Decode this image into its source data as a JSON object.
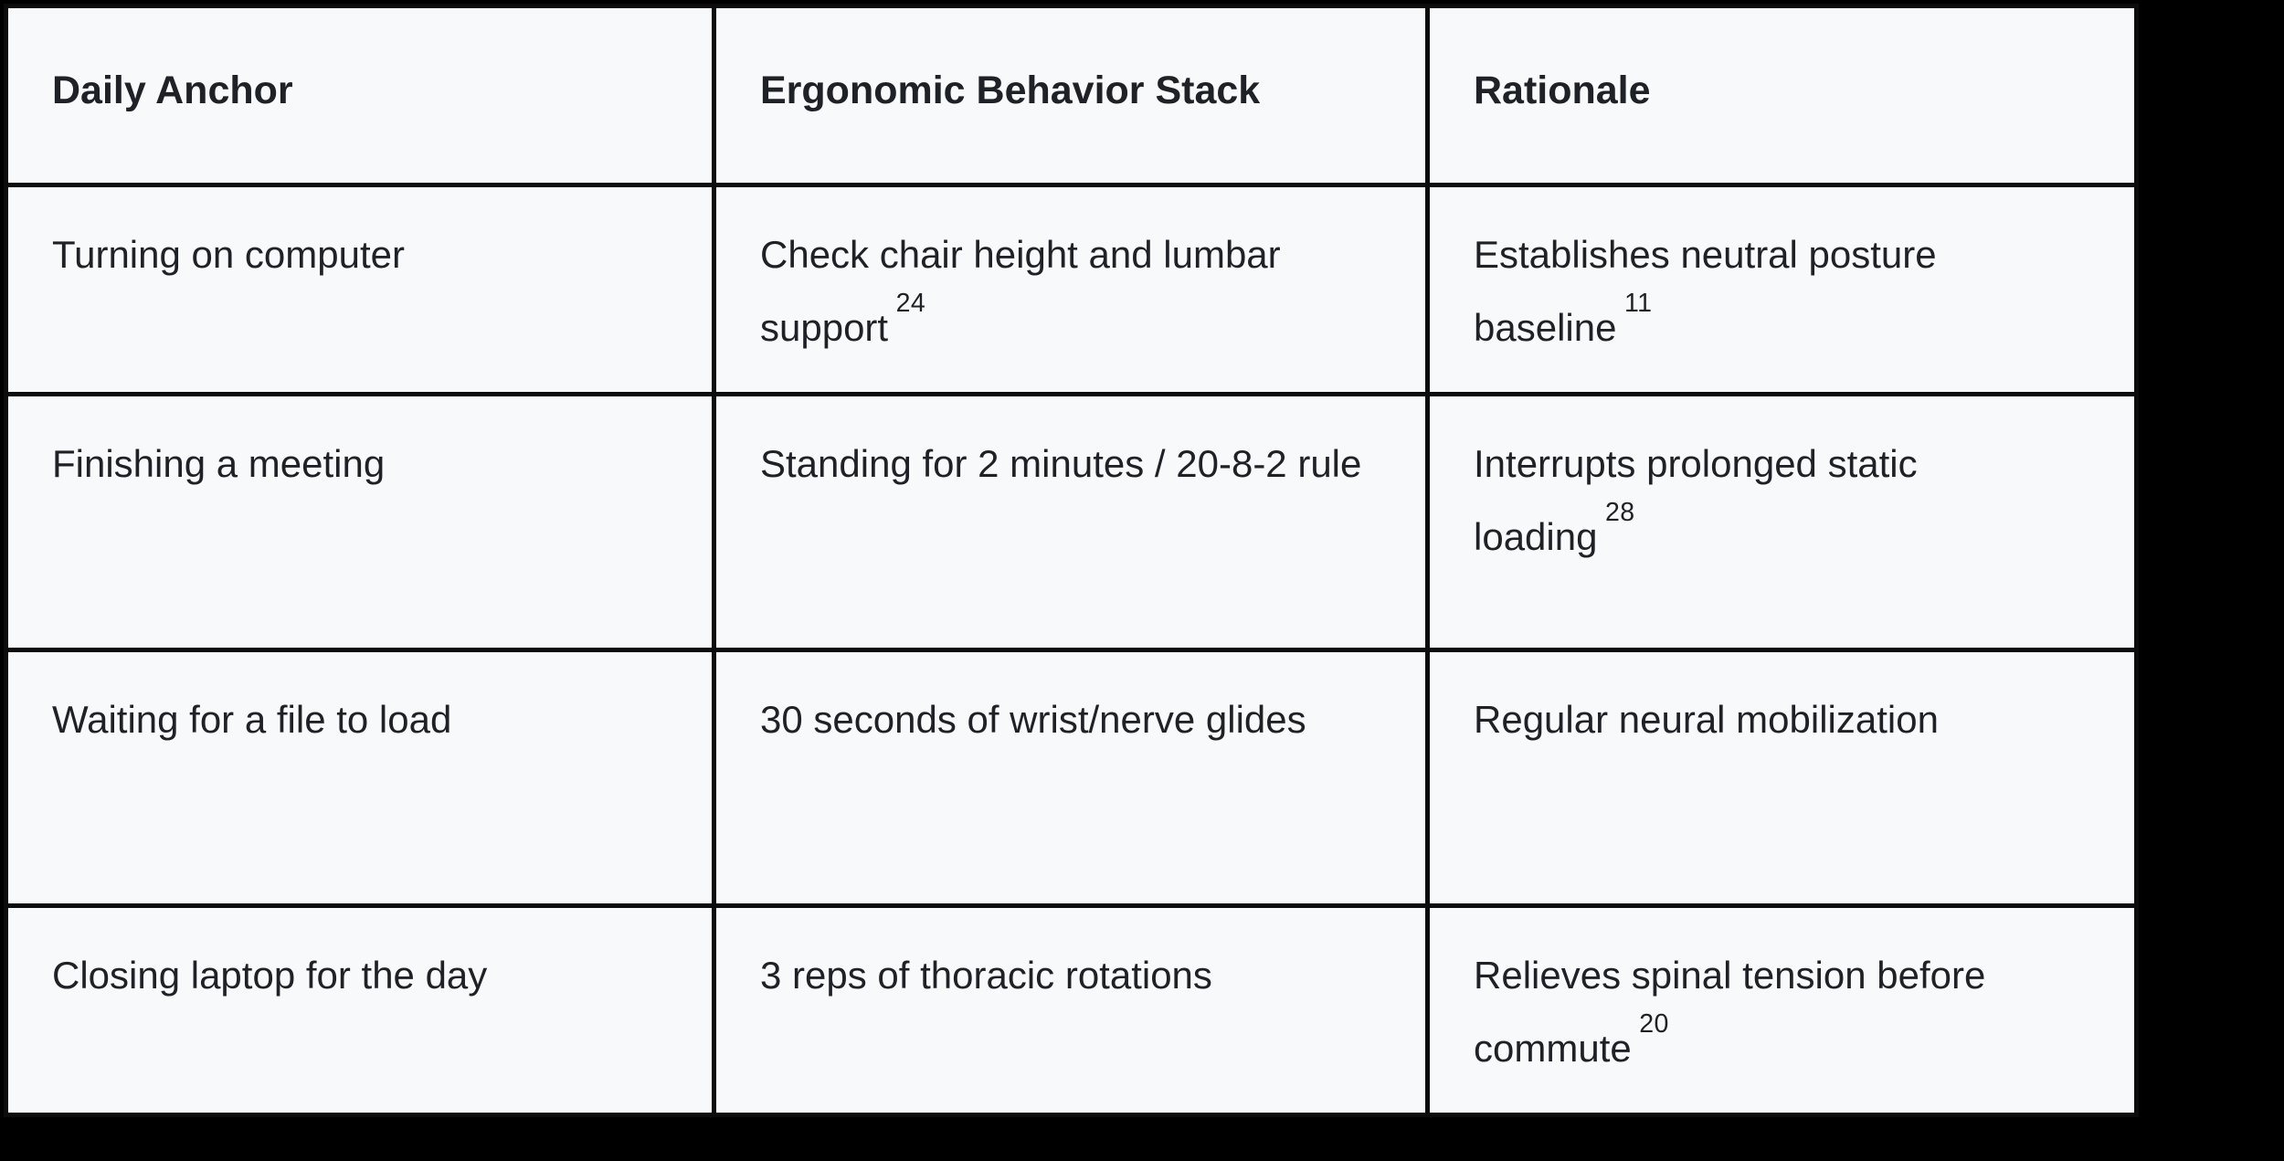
{
  "colors": {
    "page_bg": "#000000",
    "cell_bg": "#f8f9fb",
    "border": "#0c0c0c",
    "text": "#1e2126"
  },
  "table": {
    "columns": [
      "Daily Anchor",
      "Ergonomic Behavior Stack",
      "Rationale"
    ],
    "rows": [
      {
        "anchor": "Turning on computer",
        "stack": "Check chair height and lumbar support",
        "stack_sup": "24",
        "rationale": "Establishes neutral posture baseline",
        "rationale_sup": "11"
      },
      {
        "anchor": "Finishing a meeting",
        "stack": "Standing for 2 minutes / 20-8-2 rule",
        "stack_sup": "",
        "rationale": "Interrupts prolonged static loading",
        "rationale_sup": "28"
      },
      {
        "anchor": "Waiting for a file to load",
        "stack": "30 seconds of wrist/nerve glides",
        "stack_sup": "",
        "rationale": "Regular neural mobilization",
        "rationale_sup": ""
      },
      {
        "anchor": "Closing laptop for the day",
        "stack": "3 reps of thoracic rotations",
        "stack_sup": "",
        "rationale": "Relieves spinal tension before commute",
        "rationale_sup": "20"
      }
    ]
  }
}
